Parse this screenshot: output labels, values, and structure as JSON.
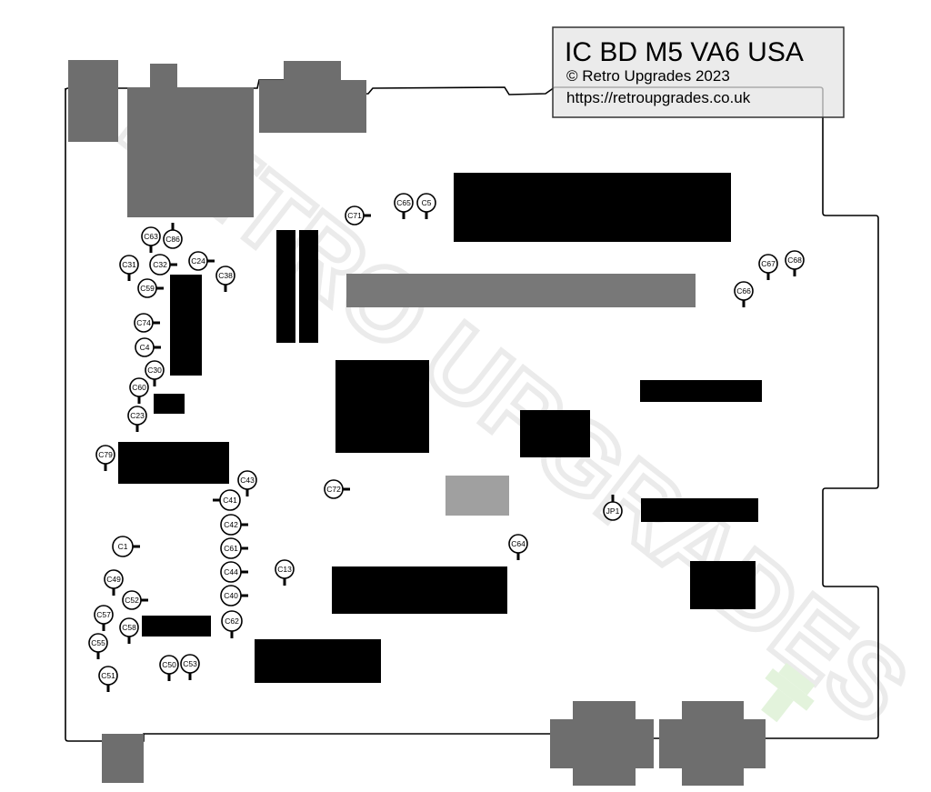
{
  "title_block": {
    "board_name": "IC BD M5 VA6 USA",
    "copyright": "© Retro Upgrades 2023",
    "url": "https://retroupgrades.co.uk"
  },
  "watermark": {
    "text": "RETRO UPGRADES",
    "color": "#e6e6e6"
  },
  "colors": {
    "ic": "#000000",
    "connector": "#6e6e6e",
    "slot": "#787878",
    "light_part": "#a0a0a0",
    "outline": "#000000",
    "title_fill": "#e4e4e4"
  },
  "capacitors": [
    "C71",
    "C65",
    "C5",
    "C63",
    "C86",
    "C31",
    "C32",
    "C24",
    "C38",
    "C59",
    "C74",
    "C4",
    "C30",
    "C60",
    "C23",
    "C79",
    "C43",
    "C41",
    "C42",
    "C61",
    "C44",
    "C40",
    "C62",
    "C1",
    "C49",
    "C52",
    "C57",
    "C58",
    "C55",
    "C51",
    "C50",
    "C53",
    "C13",
    "C72",
    "C64",
    "C67",
    "C68",
    "C66"
  ],
  "jumpers": [
    "JP1"
  ]
}
